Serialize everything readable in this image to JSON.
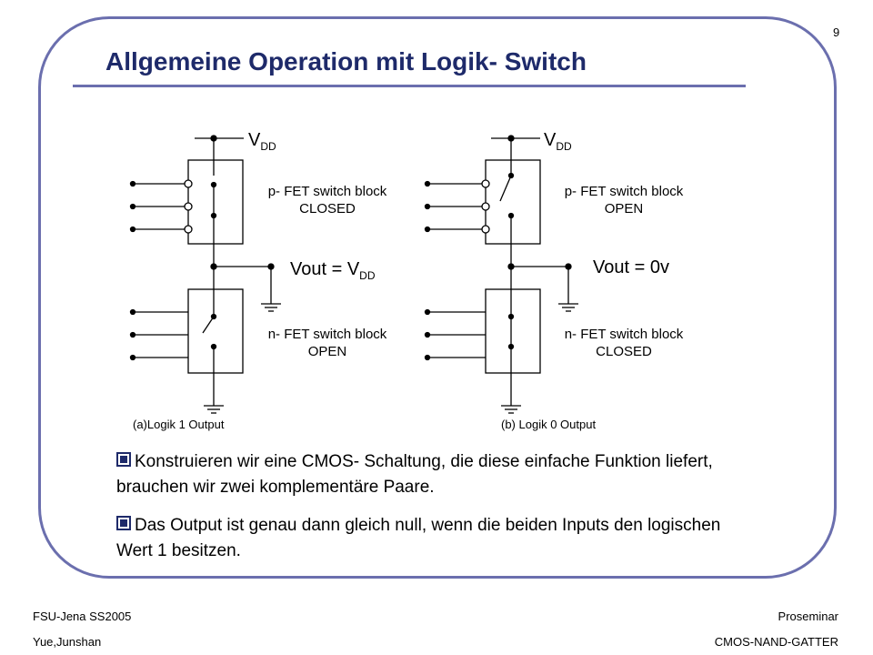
{
  "slide": {
    "page_number": "9",
    "title": "Allgemeine Operation mit Logik- Switch"
  },
  "diagram": {
    "left": {
      "vdd_label": "V",
      "vdd_sub": "DD",
      "p_block_line1": "p- FET switch block",
      "p_block_line2": "CLOSED",
      "vout_label": "Vout = V",
      "vout_sub": "DD",
      "n_block_line1": "n- FET switch block",
      "n_block_line2": "OPEN",
      "caption": "(a)Logik 1 Output"
    },
    "right": {
      "vdd_label": "V",
      "vdd_sub": "DD",
      "p_block_line1": "p- FET switch block",
      "p_block_line2": "OPEN",
      "vout_label": "Vout = 0v",
      "n_block_line1": "n- FET switch block",
      "n_block_line2": "CLOSED",
      "caption": "(b) Logik 0 Output"
    }
  },
  "bullets": [
    "Konstruieren wir eine CMOS- Schaltung, die diese einfache Funktion liefert, brauchen wir zwei komplementäre Paare.",
    "Das Output ist genau dann gleich null, wenn die beiden Inputs den logischen Wert 1 besitzen."
  ],
  "footer": {
    "left_line1": "FSU-Jena SS2005",
    "left_line2": "Yue,Junshan",
    "right_line1": "Proseminar",
    "right_line2": "CMOS-NAND-GATTER"
  },
  "colors": {
    "frame": "#6b6fae",
    "title": "#1e2a6a"
  }
}
